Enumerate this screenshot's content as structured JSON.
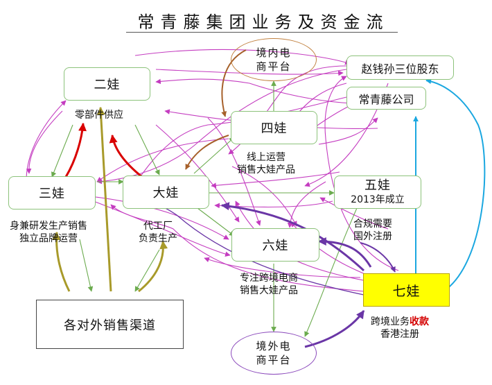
{
  "title": "常青藤集团业务及资金流",
  "nodes": {
    "erwa": "二娃",
    "sanwa": "三娃",
    "dawa": "大娃",
    "siwa": "四娃",
    "wuwa": "五娃",
    "wuwa_note": "2013年成立",
    "liuwa": "六娃",
    "qiwa": "七娃",
    "shareholders": "赵钱孙三位股东",
    "company": "常青藤公司",
    "channels": "各对外销售渠道",
    "domestic_line1": "境内电",
    "domestic_line2": "商平台",
    "overseas_line1": "境外电",
    "overseas_line2": "商平台"
  },
  "notes": {
    "parts": "零部件供应",
    "siwa_line1": "线上运营",
    "siwa_line2": "销售大娃产品",
    "sanwa_line1": "身兼研发生产销售",
    "sanwa_line2": "独立品牌运营",
    "oem_line1": "代工厂",
    "oem_line2": "负责生产",
    "compliance_line1": "合规需要",
    "compliance_line2": "国外注册",
    "liuwa_line1": "专注跨境电商",
    "liuwa_line2": "销售大娃产品",
    "qiwa_line1_a": "跨境业务",
    "qiwa_line1_b": "收款",
    "qiwa_line2": "香港注册"
  },
  "colors": {
    "magenta": "#c43cc0",
    "green": "#6bab4e",
    "olive": "#a89a2a",
    "brown": "#a6602a",
    "red": "#d90000",
    "purple": "#6a36a6",
    "cyan": "#1aa7e0",
    "accent_red": "#d40000",
    "domestic_border": "#c1803f",
    "overseas_border": "#8a48bb"
  }
}
